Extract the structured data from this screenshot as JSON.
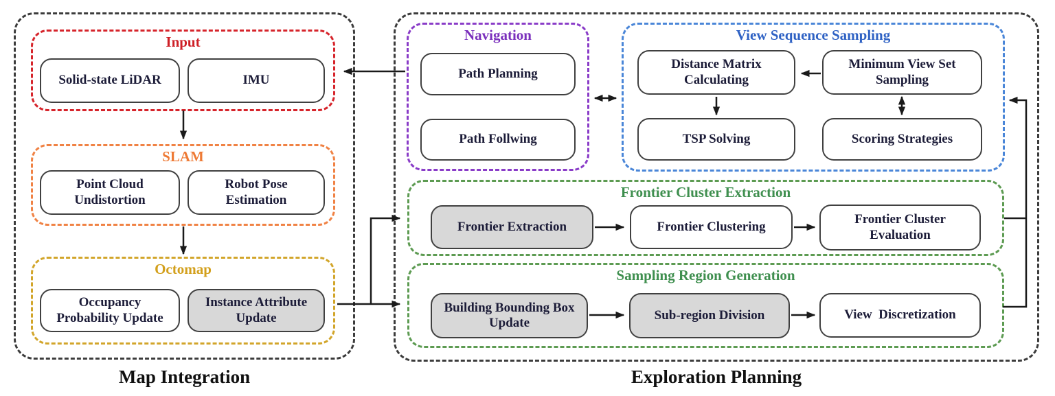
{
  "colors": {
    "input_accent": "#ce1f26",
    "slam_accent": "#ee7a35",
    "octomap_accent": "#d3a01d",
    "navigation_accent": "#7a2fbc",
    "view_sequence_sampling_accent": "#2f62c4",
    "green_accent": "#3f8f4f",
    "outer_border": "#3c3c3c",
    "node_border": "#404040",
    "highlight_fill": "#d8d8d8",
    "arrow": "#1a1a1a"
  },
  "map_integration": {
    "label": "Map Integration",
    "groups": {
      "input": {
        "title": "Input",
        "nodes": {
          "lidar": "Solid-state LiDAR",
          "imu": "IMU"
        }
      },
      "slam": {
        "title": "SLAM",
        "nodes": {
          "point_cloud_undistortion": "Point Cloud Undistortion",
          "robot_pose_estimation": "Robot Pose Estimation"
        }
      },
      "octomap": {
        "title": "Octomap",
        "nodes": {
          "occupancy_probability_update": "Occupancy Probability Update",
          "instance_attribute_update": "Instance Attribute Update"
        }
      }
    }
  },
  "exploration_planning": {
    "label": "Exploration Planning",
    "groups": {
      "navigation": {
        "title": "Navigation",
        "nodes": {
          "path_planning": "Path Planning",
          "path_following": "Path Follwing"
        }
      },
      "view_sequence_sampling": {
        "title": "View Sequence Sampling",
        "nodes": {
          "distance_matrix_calculating": "Distance Matrix Calculating",
          "minimum_view_set_sampling": "Minimum View Set Sampling",
          "tsp_solving": "TSP Solving",
          "scoring_strategies": "Scoring Strategies"
        }
      },
      "frontier_cluster_extraction": {
        "title": "Frontier Cluster Extraction",
        "nodes": {
          "frontier_extraction": "Frontier Extraction",
          "frontier_clustering": "Frontier Clustering",
          "frontier_cluster_evaluation": "Frontier Cluster Evaluation"
        }
      },
      "sampling_region_generation": {
        "title": "Sampling Region Generation",
        "nodes": {
          "building_bounding_box_update": "Building Bounding Box Update",
          "sub_region_division": "Sub-region Division",
          "view_discretization": "View  Discretization"
        }
      }
    }
  }
}
